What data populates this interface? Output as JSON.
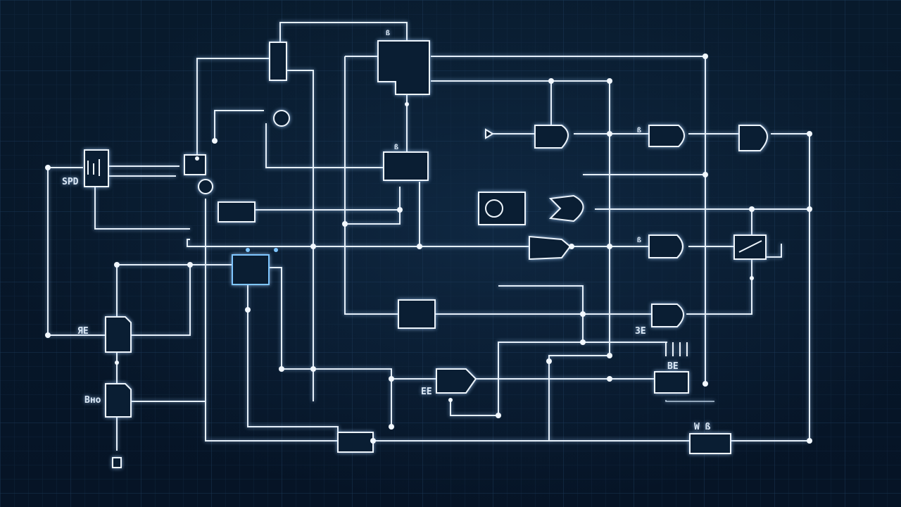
{
  "diagram": {
    "style": "blueprint-circuit-schematic",
    "colors": {
      "background": "#081a2c",
      "grid": "#1d3c5c",
      "wire": "#e6f0fa",
      "accent": "#7fc6ff"
    },
    "labels": {
      "input_a": "SPD",
      "input_b": "ЯЕ",
      "input_c": "Вно",
      "output": "W  ß",
      "block_top": "ß",
      "block_mid": "ß",
      "gate_row1": "ß",
      "gate_row2": "ß",
      "gate_right": "ЗЕ",
      "gate_bot": "ЕЕ",
      "counter": "ВЕ"
    }
  }
}
